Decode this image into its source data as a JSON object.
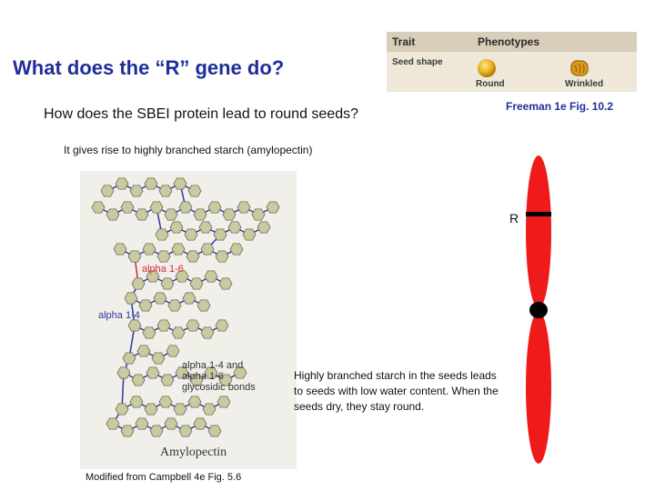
{
  "title": "What does the “R” gene do?",
  "trait_table": {
    "headers": [
      "Trait",
      "Phenotypes"
    ],
    "row_label": "Seed shape",
    "phenotypes": [
      "Round",
      "Wrinkled"
    ],
    "colors": {
      "header": "#d8cdb8",
      "body": "#efe7d8",
      "seed": "#e5b21c"
    }
  },
  "citations": {
    "freeman": "Freeman 1e Fig. 10.2",
    "campbell": "Modified from Campbell 4e Fig. 5.6"
  },
  "question": "How does the SBEI protein lead to round seeds?",
  "answer": "It gives rise to highly branched starch (amylopectin)",
  "figure": {
    "labels": {
      "alpha16": "alpha 1-6",
      "alpha14": "alpha 1-4",
      "both_line1": "alpha 1-4 and",
      "both_line2": "alpha 1-6",
      "both_line3": "glycosidic bonds",
      "name": "Amylopectin"
    },
    "colors": {
      "glucose": "#c9c9a2",
      "glucose_stroke": "#6f6f55",
      "bond": "#2c3aa0",
      "alpha16": "#d8263b",
      "alpha14": "#2c3aa0"
    }
  },
  "caption": "Highly branched starch in the seeds leads to seeds with low water content.  When the seeds dry, they stay round.",
  "chromosome": {
    "gene_label": "R",
    "color": "#ef1b1b",
    "centromere_color": "#000000"
  }
}
